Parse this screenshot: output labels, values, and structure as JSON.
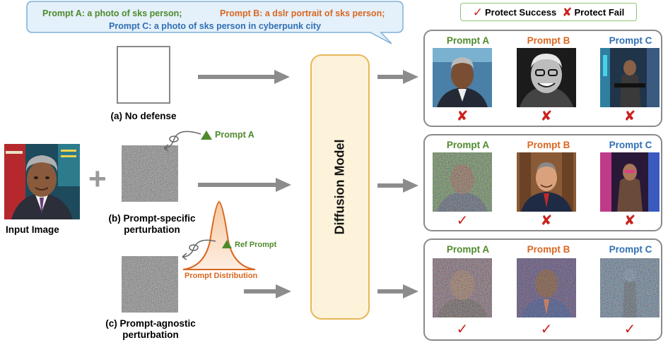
{
  "prompts": {
    "a": "Prompt A:  a photo of sks person;",
    "b": "Prompt B:  a dslr portrait of sks person;",
    "c": "Prompt C:  a photo of sks person in cyberpunk city"
  },
  "legend": {
    "success_label": "Protect Success",
    "fail_label": "Protect Fail"
  },
  "input_image_label": "Input Image",
  "rows": [
    {
      "caption": [
        "(a) No defense"
      ],
      "annotation": "",
      "results": [
        {
          "label": "Prompt A",
          "status": "fail"
        },
        {
          "label": "Prompt B",
          "status": "fail"
        },
        {
          "label": "Prompt  C",
          "status": "fail"
        }
      ]
    },
    {
      "caption": [
        "(b) Prompt-specific",
        "perturbation"
      ],
      "annotation": "Prompt A",
      "results": [
        {
          "label": "Prompt A",
          "status": "success"
        },
        {
          "label": "Prompt B",
          "status": "fail"
        },
        {
          "label": "Prompt  C",
          "status": "fail"
        }
      ]
    },
    {
      "caption": [
        "(c) Prompt-agnostic",
        "perturbation"
      ],
      "annotation": "Ref Prompt",
      "results": [
        {
          "label": "Prompt A",
          "status": "success"
        },
        {
          "label": "Prompt B",
          "status": "success"
        },
        {
          "label": "Prompt  C",
          "status": "success"
        }
      ]
    }
  ],
  "distribution_label": "Prompt Distribution",
  "diffusion_label": "Diffusion Model",
  "symbols": {
    "success": "✓",
    "fail": "✘",
    "plus": "+"
  },
  "colors": {
    "prompt_a": "#4e8a2c",
    "prompt_b": "#d9661f",
    "prompt_c": "#2f6fb3",
    "mark": "#c9221e",
    "diffusion_fill": "#fdf3da",
    "diffusion_border": "#e6b75a",
    "arrow": "#8c8c8c"
  }
}
